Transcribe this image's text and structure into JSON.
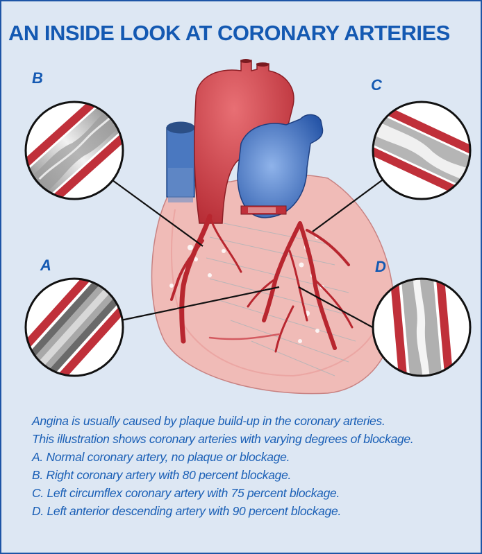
{
  "title": "AN INSIDE LOOK AT CORONARY ARTERIES",
  "labels": {
    "a": "A",
    "b": "B",
    "c": "C",
    "d": "D"
  },
  "caption": [
    "Angina is usually caused by plaque build-up in the coronary arteries.",
    "This illustration shows coronary arteries with varying degrees of blockage.",
    "A. Normal coronary artery, no plaque or blockage.",
    "B. Right coronary artery with 80 percent blockage.",
    "C. Left circumflex coronary artery with 75 percent blockage.",
    "D. Left anterior descending artery with 90 percent blockage."
  ],
  "colors": {
    "accent": "#1459b2",
    "background": "#dde7f3",
    "artery": "#c0303a",
    "vein": "#2e63b8",
    "heart_muscle": "#f2b9b4"
  }
}
